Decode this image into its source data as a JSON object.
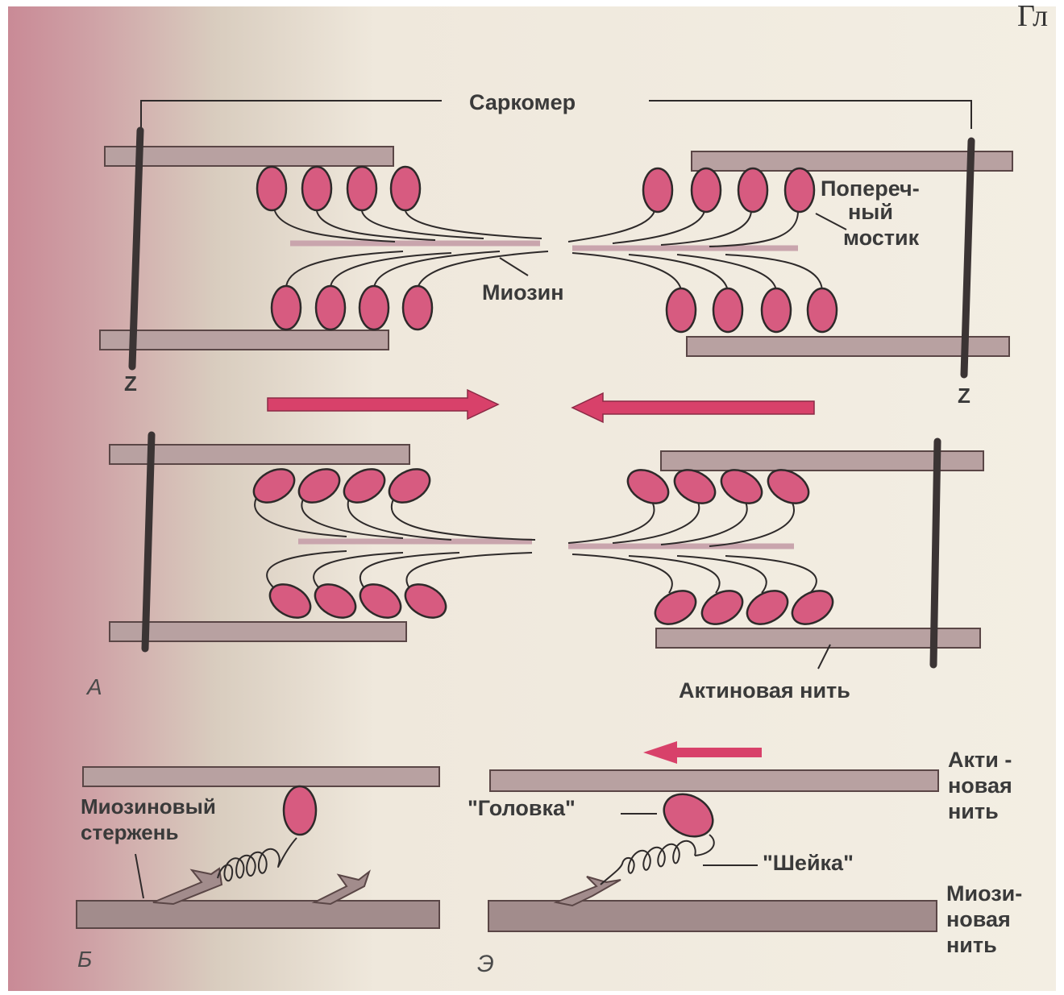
{
  "corner_text": "Гл",
  "panel_a": {
    "sarcomere_label": "Саркомер",
    "cross_bridge_label": [
      "Попереч-",
      "ный",
      "мостик"
    ],
    "myosin_label": "Миозин",
    "z_left": "Z",
    "z_right": "Z",
    "actin_filament_label": "Актиновая нить",
    "panel_letter": "А"
  },
  "panel_b": {
    "panel_letter": "Б",
    "myosin_rod_label": [
      "Миозиновый",
      "стержень"
    ]
  },
  "panel_c": {
    "panel_letter": "Э",
    "head_label": "\"Головка\"",
    "neck_label": "\"Шейка\"",
    "actin_label": [
      "Акти -",
      "новая",
      "нить"
    ],
    "myosin_label": [
      "Миози-",
      "новая",
      "нить"
    ]
  },
  "colors": {
    "background": "#f2ece0",
    "left_edge_tint": "#c98a96",
    "actin_fill": "#b8a1a1",
    "actin_stroke": "#5a4646",
    "myosin_head": "#d75b80",
    "arrow": "#d8416a",
    "z_line": "#3b3434",
    "ink": "#2e2a2a"
  }
}
